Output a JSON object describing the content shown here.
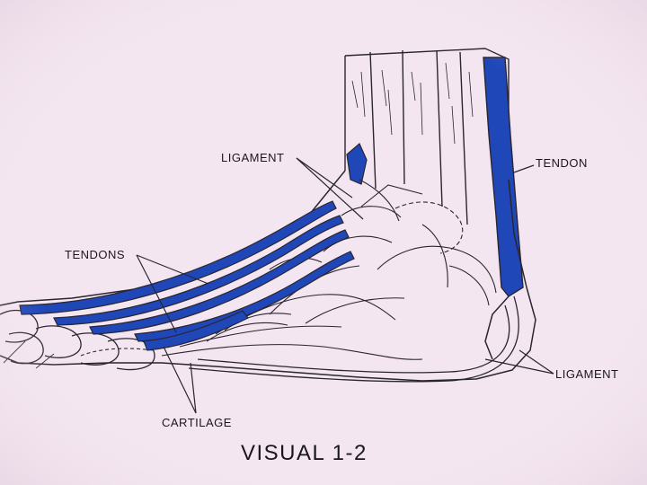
{
  "labels": {
    "ligament_top": "LIGAMENT",
    "tendon": "TENDON",
    "tendons": "TENDONS",
    "ligament_bottom": "LIGAMENT",
    "cartilage": "CARTILAGE"
  },
  "caption": "VISUAL 1-2",
  "colors": {
    "background": "#f4e6f1",
    "tendon_blue": "#1f47b8",
    "line": "#2a2530"
  }
}
